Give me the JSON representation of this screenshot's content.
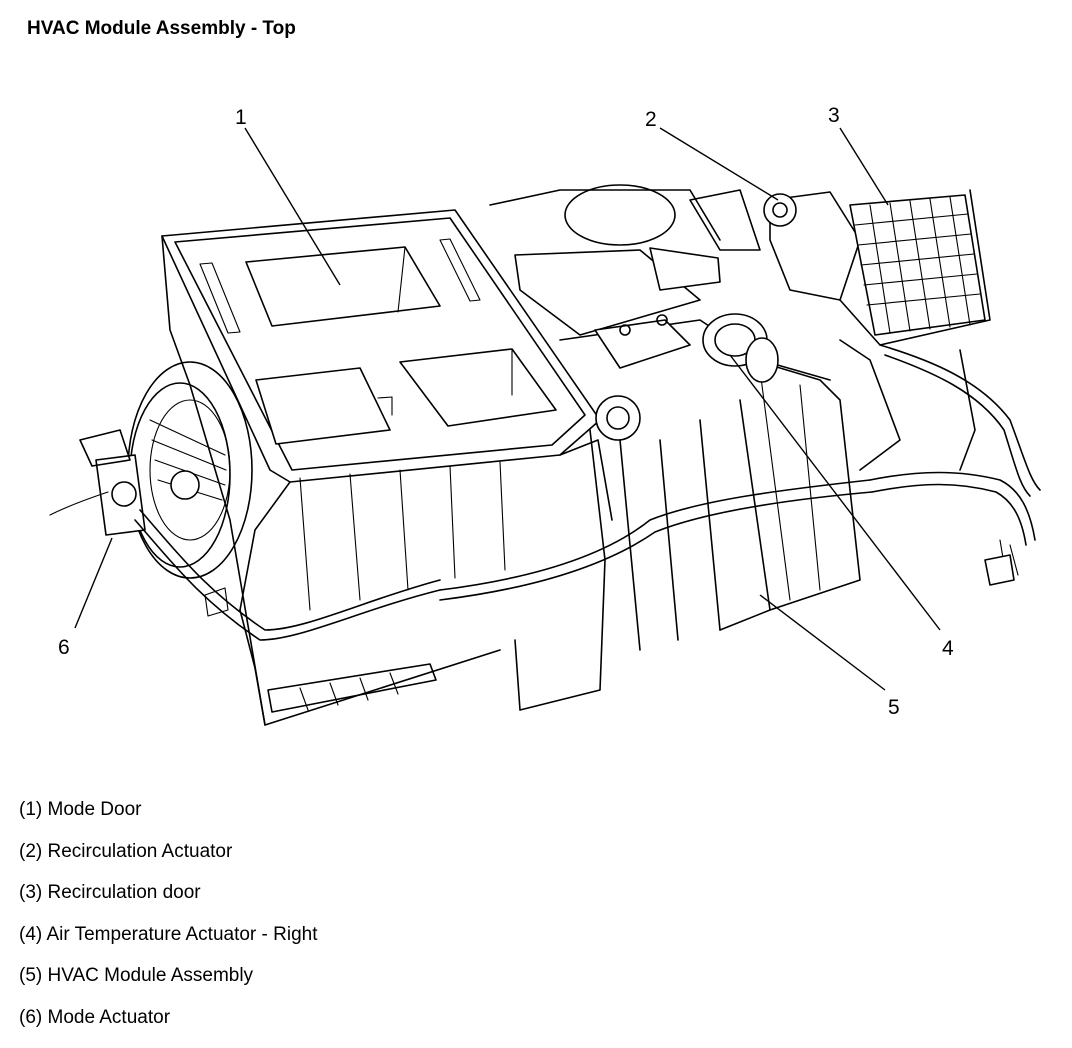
{
  "title": "HVAC Module Assembly - Top",
  "callouts": [
    "1",
    "2",
    "3",
    "4",
    "5",
    "6"
  ],
  "legend": [
    "(1) Mode Door",
    "(2) Recirculation Actuator",
    "(3) Recirculation door",
    "(4) Air Temperature Actuator - Right",
    "(5) HVAC Module Assembly",
    "(6) Mode Actuator"
  ]
}
